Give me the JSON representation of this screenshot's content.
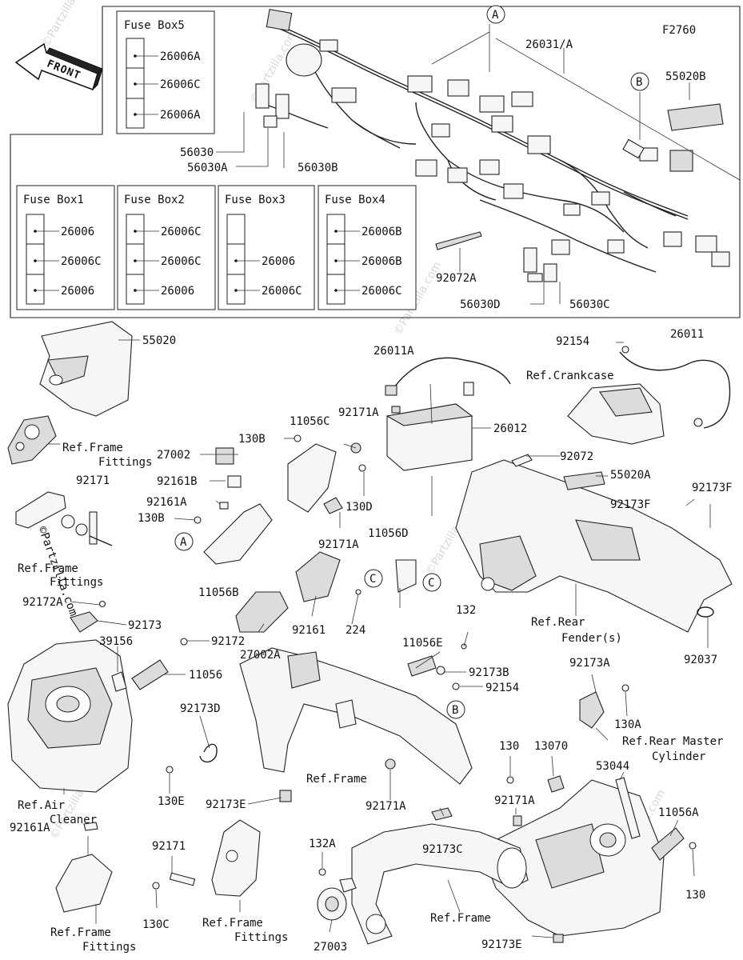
{
  "figure_code": "F2760",
  "front_arrow": "FRONT",
  "watermark": "©Partzilla.com",
  "fuse_boxes": [
    {
      "title": "Fuse Box5",
      "parts": [
        "26006A",
        "26006C",
        "26006A"
      ]
    },
    {
      "title": "Fuse Box1",
      "parts": [
        "26006",
        "26006C",
        "26006"
      ]
    },
    {
      "title": "Fuse Box2",
      "parts": [
        "26006C",
        "26006C",
        "26006"
      ]
    },
    {
      "title": "Fuse Box3",
      "parts": [
        "",
        "26006",
        "26006C"
      ]
    },
    {
      "title": "Fuse Box4",
      "parts": [
        "26006B",
        "26006B",
        "26006C"
      ]
    }
  ],
  "ref_markers": {
    "A": "A",
    "B": "B",
    "C": "C"
  },
  "part_labels": {
    "p26031A": "26031/A",
    "p55020B": "55020B",
    "p56030": "56030",
    "p56030A": "56030A",
    "p56030B": "56030B",
    "p92072A": "92072A",
    "p56030D": "56030D",
    "p56030C": "56030C",
    "p55020": "55020",
    "p26011A": "26011A",
    "p92154a": "92154",
    "p26011": "26011",
    "p11056C": "11056C",
    "p92171A_a": "92171A",
    "p26012": "26012",
    "p130B_a": "130B",
    "p27002": "27002",
    "p92161B": "92161B",
    "p92161A_a": "92161A",
    "p130B_b": "130B",
    "p130D": "130D",
    "p92171A_b": "92171A",
    "p92171a": "92171",
    "p92072": "92072",
    "p55020A": "55020A",
    "p92173F_a": "92173F",
    "p92173F_b": "92173F",
    "p11056D": "11056D",
    "p11056B": "11056B",
    "p92172A": "92172A",
    "p92173a": "92173",
    "p39156": "39156",
    "p92172": "92172",
    "p27002A": "27002A",
    "p92161": "92161",
    "p224": "224",
    "p132": "132",
    "p92037": "92037",
    "p11056E": "11056E",
    "p92173B": "92173B",
    "p92154b": "92154",
    "p11056": "11056",
    "p92173A": "92173A",
    "p92173D": "92173D",
    "p130A": "130A",
    "p130E": "130E",
    "p92173E_a": "92173E",
    "p92171A_c": "92171A",
    "p130": "130",
    "p13070": "13070",
    "p53044": "53044",
    "p92171A_d": "92171A",
    "p11056A": "11056A",
    "p92161A_b": "92161A",
    "p92171b": "92171",
    "p132A": "132A",
    "p92173C": "92173C",
    "p130c": "130",
    "p130C": "130C",
    "p27003": "27003",
    "p92173E_b": "92173E"
  },
  "ref_labels": {
    "frame_fittings_1": [
      "Ref.Frame",
      "Fittings"
    ],
    "frame_fittings_2": [
      "Ref.Frame",
      "Fittings"
    ],
    "frame_fittings_3": [
      "Ref.Frame",
      "Fittings"
    ],
    "frame_fittings_4": [
      "Ref.Frame",
      "Fittings"
    ],
    "crankcase": [
      "Ref.Crankcase"
    ],
    "rear_fender": [
      "Ref.Rear",
      "Fender(s)"
    ],
    "rear_master": [
      "Ref.Rear Master",
      "Cylinder"
    ],
    "air_cleaner": [
      "Ref.Air",
      "Cleaner"
    ],
    "frame_1": [
      "Ref.Frame"
    ],
    "frame_2": [
      "Ref.Frame"
    ]
  }
}
